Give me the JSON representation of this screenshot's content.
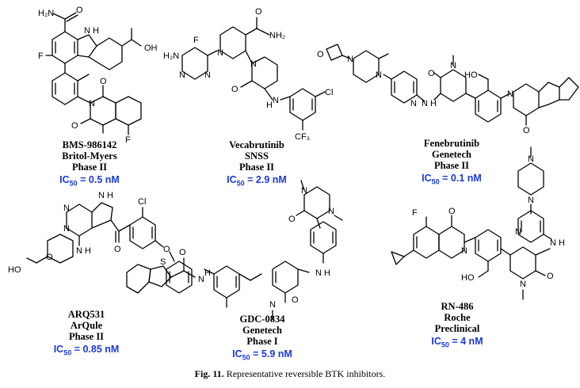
{
  "compounds": [
    {
      "name": "BMS-986142",
      "company": "Britol-Myers",
      "phase": "Phase II",
      "ic50_label": "IC",
      "ic50_sub": "50",
      "ic50_value": " = 0.5 nM"
    },
    {
      "name": "Vecabrutinib",
      "company": "SNSS",
      "phase": "Phase II",
      "ic50_label": "IC",
      "ic50_sub": "50",
      "ic50_value": " = 2.9 nM"
    },
    {
      "name": "Fenebrutinib",
      "company": "Genetech",
      "phase": "Phase II",
      "ic50_label": "IC",
      "ic50_sub": "50",
      "ic50_value": " = 0.1 nM"
    },
    {
      "name": "ARQ531",
      "company": "ArQule",
      "phase": "Phase II",
      "ic50_label": "IC",
      "ic50_sub": "50",
      "ic50_value": " = 0.85 nM"
    },
    {
      "name": "GDC-0834",
      "company": "Genetech",
      "phase": "Phase I",
      "ic50_label": "IC",
      "ic50_sub": "50",
      "ic50_value": " = 5.9 nM"
    },
    {
      "name": "RN-486",
      "company": "Roche",
      "phase": "Preclinical",
      "ic50_label": "IC",
      "ic50_sub": "50",
      "ic50_value": " = 4 nM"
    }
  ],
  "atoms": {
    "h2n": "H₂N",
    "f": "F",
    "o": "O",
    "oh": "OH",
    "nh": "N H",
    "n": "N",
    "h": "H",
    "nh2": "NH₂",
    "cl": "Cl",
    "cf3": "CF₃",
    "ho": "HO",
    "s": "S"
  },
  "figure": {
    "label": "Fig. 11.",
    "text": " Representative reversible BTK inhibitors."
  }
}
